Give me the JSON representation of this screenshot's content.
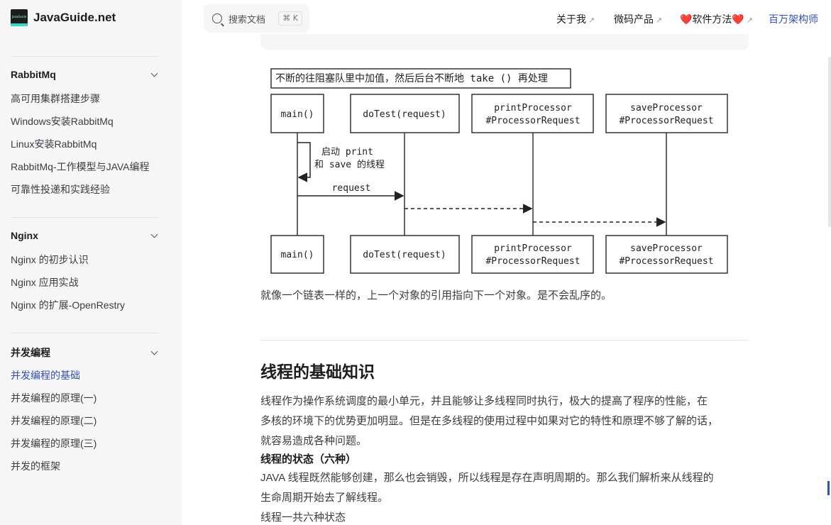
{
  "site": {
    "name": "JavaGuide.net"
  },
  "search": {
    "placeholder": "搜索文档",
    "shortcut": "⌘ K"
  },
  "topnav": [
    {
      "label": "关于我",
      "external": true
    },
    {
      "label": "微码产品",
      "external": true
    },
    {
      "label": "❤️软件方法❤️",
      "external": true
    },
    {
      "label": "百万架构师",
      "external": false
    }
  ],
  "sidebar": {
    "groups": [
      {
        "title": "RabbitMq",
        "items": [
          "高可用集群搭建步骤",
          "Windows安装RabbitMq",
          "Linux安装RabbitMq",
          "RabbitMq-工作模型与JAVA编程",
          "可靠性投递和实践经验"
        ]
      },
      {
        "title": "Nginx",
        "items": [
          "Nginx 的初步认识",
          "Nginx 应用实战",
          "Nginx 的扩展-OpenRestry"
        ]
      },
      {
        "title": "并发编程",
        "items": [
          "并发编程的基础",
          "并发编程的原理(一)",
          "并发编程的原理(二)",
          "并发编程的原理(三)",
          "并发的框架"
        ],
        "active_index": 0
      }
    ]
  },
  "diagram": {
    "note": "不断的往阻塞队里中加值，然后后台不断地 take () 再处理",
    "participants": [
      {
        "line1": "main()",
        "line2": ""
      },
      {
        "line1": "doTest(request)",
        "line2": ""
      },
      {
        "line1": "printProcessor",
        "line2": "#ProcessorRequest"
      },
      {
        "line1": "saveProcessor",
        "line2": "#ProcessorRequest"
      }
    ],
    "self_call_line1": "启动 print",
    "self_call_line2": "和 save 的线程",
    "message_label": "request"
  },
  "content": {
    "after_diagram": "就像一个链表一样的，上一个对象的引用指向下一个对象。是不会乱序的。",
    "heading": "线程的基础知识",
    "intro_line1": " 线程作为操作系统调度的最小单元，并且能够让多线程同时执行，极大的提高了程序的性能，在",
    "intro_line2": "多核的环境下的优势更加明显。但是在多线程的使用过程中如果对它的特性和原理不够了解的话，",
    "intro_line3": "就容易造成各种问题。",
    "states_heading": "线程的状态（六种）",
    "states_line1": "JAVA 线程既然能够创建，那么也会销毁，所以线程是存在声明周期的。那么我们解析来从线程的",
    "states_line2": "生命周期开始去了解线程。",
    "states_line3": "线程一共六种状态"
  },
  "colors": {
    "brand": "#3451b2",
    "sidebar_bg": "#f6f6f7"
  }
}
